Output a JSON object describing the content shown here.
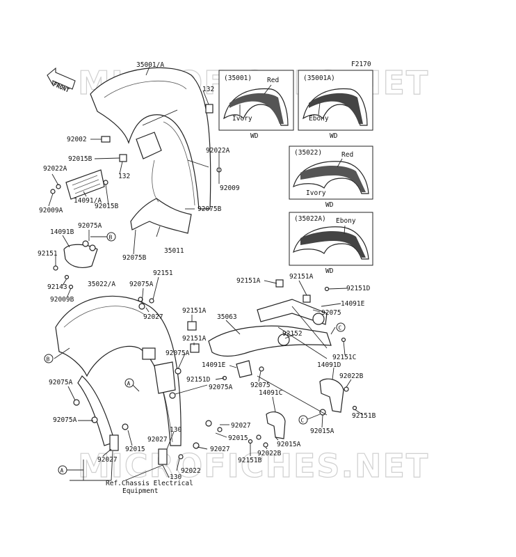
{
  "diagram_code": "F2170",
  "front_label": "FRONT",
  "watermark_top": "MICROFICHES.NET",
  "watermark_bottom": "MICROFICHES.NET",
  "ref_note_line1": "Ref.Chassis Electrical",
  "ref_note_line2": "Equipment",
  "variant_boxes": [
    {
      "code": "(35001)",
      "colors": [
        "Red",
        "Ivory"
      ],
      "suffix": "WD"
    },
    {
      "code": "(35001A)",
      "colors": [
        "Ebony"
      ],
      "suffix": "WD"
    },
    {
      "code": "(35022)",
      "colors": [
        "Red",
        "Ivory"
      ],
      "suffix": "WD"
    },
    {
      "code": "(35022A)",
      "colors": [
        "Ebony"
      ],
      "suffix": "WD"
    }
  ],
  "callouts": {
    "c_A": "A",
    "c_B": "B",
    "c_C": "C",
    "p35001A": "35001/A",
    "p132a": "132",
    "p92002": "92002",
    "p92015B_1": "92015B",
    "p132b": "132",
    "p92022A_1": "92022A",
    "p92022A_2": "92022A",
    "p92009_1": "92009",
    "p92009A": "92009A",
    "p14091A": "14091/A",
    "p92015B_2": "92015B",
    "p92075B_1": "92075B",
    "p14091B": "14091B",
    "p92075A_1": "92075A",
    "p35011": "35011",
    "p92075B_2": "92075B",
    "p92151_1": "92151",
    "p92143": "92143",
    "p92009B": "92009B",
    "p92151_2": "92151",
    "p35022A": "35022/A",
    "p92075A_2": "92075A",
    "p92027_1": "92027",
    "p92151A_1": "92151A",
    "p92151A_2": "92151A",
    "p92151D_1": "92151D",
    "p14091E_1": "14091E",
    "p92075_1": "92075",
    "p92151A_3": "92151A",
    "p35063": "35063",
    "p92151A_4": "92151A",
    "p92152": "92152",
    "p92151C": "92151C",
    "p92075A_3": "92075A",
    "p14091E_2": "14091E",
    "p92075_2": "92075",
    "p14091D": "14091D",
    "p92151D_2": "92151D",
    "p92075A_4": "92075A",
    "p92022B_1": "92022B",
    "p92075A_5": "92075A",
    "p14091C": "14091C",
    "p92151B_1": "92151B",
    "p92075A_6": "92075A",
    "p92027_2": "92027",
    "p92015A_1": "92015A",
    "p92015": "92015",
    "p92027_3": "92027",
    "p130a": "130",
    "p92015_2": "92015",
    "p92027_4": "92027",
    "p92022B_2": "92022B",
    "p92015A_2": "92015A",
    "p92151B_2": "92151B",
    "p92027_5": "92027",
    "p92022": "92022",
    "p130b": "130"
  }
}
